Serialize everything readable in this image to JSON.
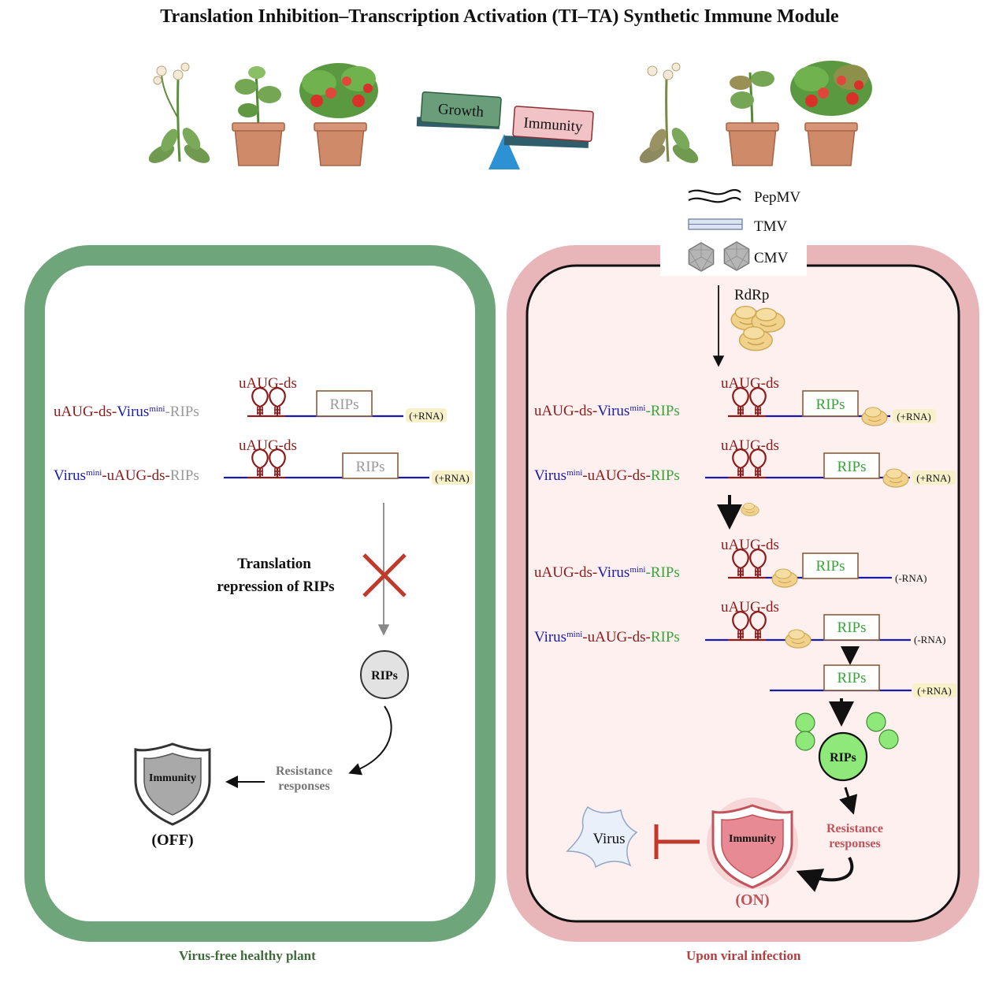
{
  "title": "Translation Inhibition–Transcription Activation (TI–TA) Synthetic Immune Module",
  "balance": {
    "growth": "Growth",
    "immunity": "Immunity"
  },
  "viruses": [
    "PepMV",
    "TMV",
    "CMV"
  ],
  "rdrp": "RdRp",
  "left_panel": {
    "caption": "Virus-free healthy plant",
    "constructs": [
      {
        "parts": [
          {
            "text": "uAUG-ds-",
            "color": "#8b1a1a"
          },
          {
            "text": "Virus",
            "color": "#1a1aa8"
          },
          {
            "text": "mini",
            "color": "#1a1aa8",
            "sup": true
          },
          {
            "text": "-RIPs",
            "color": "#999999"
          }
        ]
      },
      {
        "parts": [
          {
            "text": "Virus",
            "color": "#1a1aa8"
          },
          {
            "text": "mini",
            "color": "#1a1aa8",
            "sup": true
          },
          {
            "text": "-uAUG-ds-",
            "color": "#8b1a1a"
          },
          {
            "text": "RIPs",
            "color": "#999999"
          }
        ]
      }
    ],
    "element_label": "uAUG-ds",
    "rips": "RIPs",
    "strand": "(+RNA)",
    "repression": [
      "Translation",
      "repression of RIPs"
    ],
    "resistance": [
      "Resistance",
      "responses"
    ],
    "immunity": "Immunity",
    "state": "(OFF)"
  },
  "right_panel": {
    "caption": "Upon viral infection",
    "constructs": [
      {
        "parts": [
          {
            "text": "uAUG-ds-",
            "color": "#8b1a1a"
          },
          {
            "text": "Virus",
            "color": "#1a1aa8"
          },
          {
            "text": "mini",
            "color": "#1a1aa8",
            "sup": true
          },
          {
            "text": "-RIPs",
            "color": "#3aa33a"
          }
        ]
      },
      {
        "parts": [
          {
            "text": "Virus",
            "color": "#1a1aa8"
          },
          {
            "text": "mini",
            "color": "#1a1aa8",
            "sup": true
          },
          {
            "text": "-uAUG-ds-",
            "color": "#8b1a1a"
          },
          {
            "text": "RIPs",
            "color": "#3aa33a"
          }
        ]
      },
      {
        "parts": [
          {
            "text": "uAUG-ds-",
            "color": "#8b1a1a"
          },
          {
            "text": "Virus",
            "color": "#1a1aa8"
          },
          {
            "text": "mini",
            "color": "#1a1aa8",
            "sup": true
          },
          {
            "text": "-RIPs",
            "color": "#3aa33a"
          }
        ]
      },
      {
        "parts": [
          {
            "text": "Virus",
            "color": "#1a1aa8"
          },
          {
            "text": "mini",
            "color": "#1a1aa8",
            "sup": true
          },
          {
            "text": "-uAUG-ds-",
            "color": "#8b1a1a"
          },
          {
            "text": "RIPs",
            "color": "#3aa33a"
          }
        ]
      }
    ],
    "element_label": "uAUG-ds",
    "rips": "RIPs",
    "plus_strand": "(+RNA)",
    "minus_strand": "(-RNA)",
    "resistance": [
      "Resistance",
      "responses"
    ],
    "immunity": "Immunity",
    "state": "(ON)",
    "virus": "Virus"
  },
  "colors": {
    "healthy_border": "#6fa57b",
    "infection_border": "#e8b6b9",
    "infection_fill": "#fdf0ef",
    "rna_line": "#1a1aa8",
    "element": "#8b1a1a",
    "ribosome": "#f1d28d",
    "rips_active": "#8fe87a",
    "inhibit": "#c0392b"
  }
}
